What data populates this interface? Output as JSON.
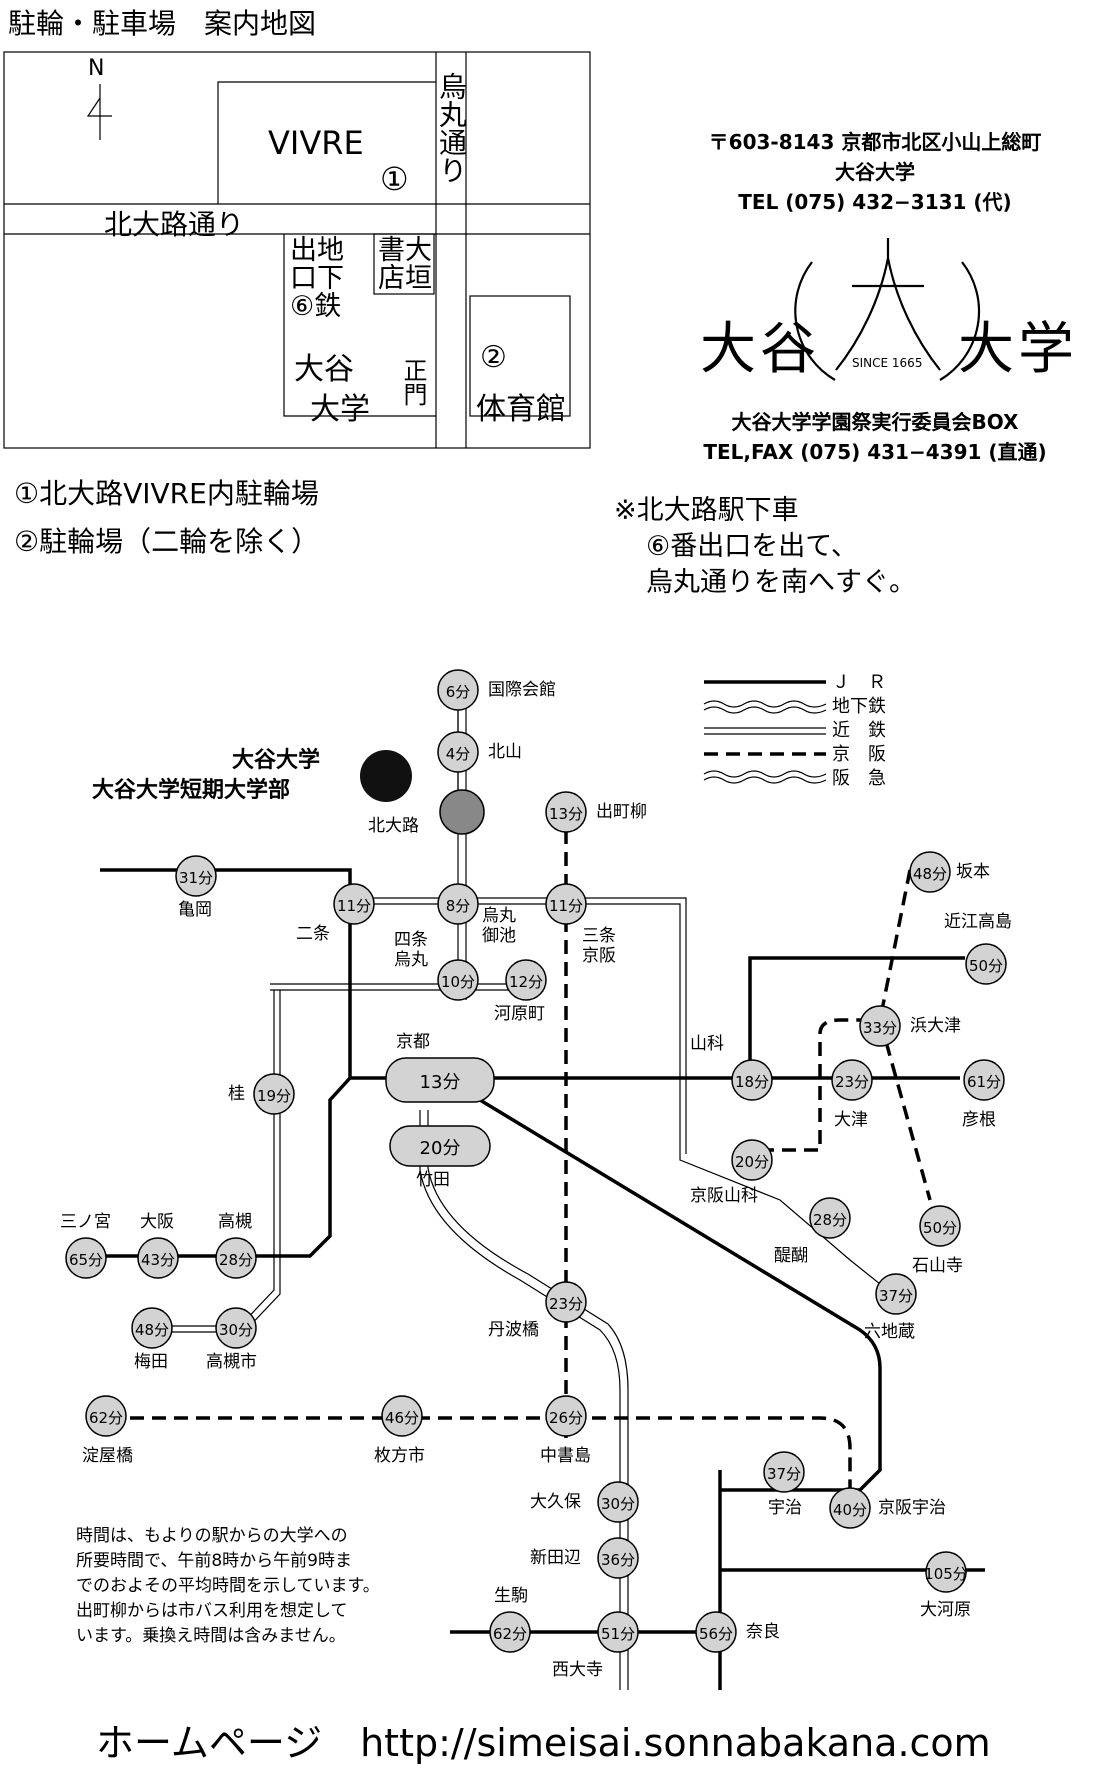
{
  "title": "駐輪・駐車場　案内地図",
  "map": {
    "north": "N",
    "vivre": "VIVRE",
    "marker1": "①",
    "marker2": "②",
    "karasuma": "烏丸通り",
    "kitaoji": "北大路通り",
    "exit_a": "出地",
    "exit_b": "口下",
    "exit_c": "⑥鉄",
    "shoten_a": "書大",
    "shoten_b": "店垣",
    "otani_a": "大谷",
    "otani_b": "大学",
    "seimon": "正門",
    "taiikukan": "体育館"
  },
  "legend": {
    "item1": "①北大路VIVRE内駐輪場",
    "item2": "②駐輪場（二輪を除く）"
  },
  "address": {
    "line1": "〒603-8143 京都市北区小山上総町",
    "line2": "大谷大学",
    "line3": "TEL (075) 432−3131 (代)",
    "committee": "大谷大学学園祭実行委員会BOX",
    "telfax": "TEL,FAX (075) 431−4391 (直通)"
  },
  "logo": {
    "left": "大谷",
    "right": "大学",
    "since": "SINCE 1665"
  },
  "access_note": {
    "line1": "※北大路駅下車",
    "line2": "⑥番出口を出て、",
    "line3": "烏丸通りを南へすぐ。"
  },
  "rail_legend": {
    "jr": "Ｊ　Ｒ",
    "subway": "地下鉄",
    "kintetsu": "近　鉄",
    "keihan": "京　阪",
    "hankyu": "阪　急"
  },
  "univ_label": {
    "line1": "大谷大学",
    "line2": "大谷大学短期大学部"
  },
  "stations": {
    "kitaoji": "北大路",
    "kokusai": "国際会館",
    "kokusai_t": "6分",
    "kitayama": "北山",
    "kitayama_t": "4分",
    "demachi": "出町柳",
    "demachi_t": "13分",
    "kameoka": "亀岡",
    "kameoka_t": "31分",
    "nijo": "二条",
    "nijo_t": "11分",
    "oike": "烏丸御池",
    "oike_t": "8分",
    "sanjo": "三条京阪",
    "sanjo_t": "11分",
    "shijo": "四条烏丸",
    "shijo_t": "10分",
    "kawaramachi": "河原町",
    "kawaramachi_t": "12分",
    "kyoto": "京都",
    "kyoto_t": "13分",
    "takeda": "竹田",
    "takeda_t": "20分",
    "katsura": "桂",
    "katsura_t": "19分",
    "yamashina": "山科",
    "yamashina_t": "18分",
    "otsu": "大津",
    "otsu_t": "23分",
    "hikone": "彦根",
    "hikone_t": "61分",
    "sakamoto": "坂本",
    "sakamoto_t": "48分",
    "omitakashima": "近江高島",
    "omitakashima_t": "50分",
    "hamaotsu": "浜大津",
    "hamaotsu_t": "33分",
    "keihanyamashina": "京阪山科",
    "keihanyamashina_t": "20分",
    "daigo": "醍醐",
    "daigo_t": "28分",
    "ishiyamadera": "石山寺",
    "ishiyamadera_t": "50分",
    "rokujizo": "六地蔵",
    "rokujizo_t": "37分",
    "sannomiya": "三ノ宮",
    "sannomiya_t": "65分",
    "osaka": "大阪",
    "osaka_t": "43分",
    "takatsuki": "高槻",
    "takatsuki_t": "28分",
    "umeda": "梅田",
    "umeda_t": "48分",
    "takatsukishi": "高槻市",
    "takatsukishi_t": "30分",
    "tanbabashi": "丹波橋",
    "tanbabashi_t": "23分",
    "yodoyabashi": "淀屋橋",
    "yodoyabashi_t": "62分",
    "hirakatashi": "枚方市",
    "hirakatashi_t": "46分",
    "chushojima": "中書島",
    "chushojima_t": "26分",
    "uji": "宇治",
    "uji_t": "37分",
    "keihanuji": "京阪宇治",
    "keihanuji_t": "40分",
    "okubo": "大久保",
    "okubo_t": "30分",
    "shintanabe": "新田辺",
    "shintanabe_t": "36分",
    "okawara": "大河原",
    "okawara_t": "105分",
    "ikoma": "生駒",
    "ikoma_t": "62分",
    "saidaiji": "西大寺",
    "saidaiji_t": "51分",
    "nara": "奈良",
    "nara_t": "56分"
  },
  "time_note": {
    "l1": "時間は、もよりの駅からの大学への",
    "l2": "所要時間で、午前8時から午前9時ま",
    "l3": "でのおよその平均時間を示しています。",
    "l4": "出町柳からは市バス利用を想定して",
    "l5": "います。乗換え時間は含みません。"
  },
  "homepage": "ホームページ　http://simeisai.sonnabakana.com"
}
